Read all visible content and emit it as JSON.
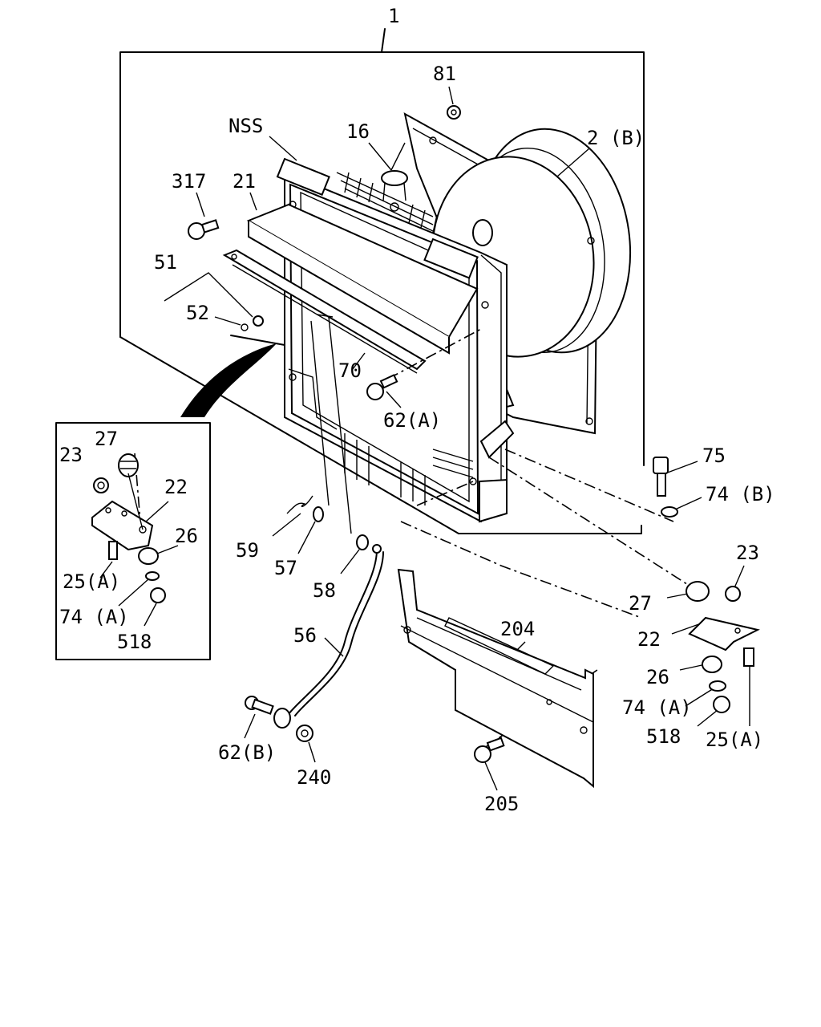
{
  "labels": {
    "assembly": "1",
    "bolt_81": "81",
    "nss": "NSS",
    "cap_16": "16",
    "shroud_2b": "2 (B)",
    "bolt_317": "317",
    "bracket_21": "21",
    "kit_51": "51",
    "clip_52": "52",
    "strip_70": "70",
    "bolt_62a": "62(A)",
    "inset_27": "27",
    "inset_23": "23",
    "inset_22": "22",
    "inset_26": "26",
    "inset_25a": "25(A)",
    "inset_74a": "74 (A)",
    "inset_518": "518",
    "clip_59": "59",
    "washer_57": "57",
    "washer_58": "58",
    "hose_56": "56",
    "bolt_62b": "62(B)",
    "nut_240": "240",
    "bolt_75": "75",
    "washer_74b": "74 (B)",
    "nut_23": "23",
    "cushion_27": "27",
    "bracket_22": "22",
    "support_204": "204",
    "cushion_26": "26",
    "washer_74a": "74 (A)",
    "nut_518": "518",
    "stud_25a": "25(A)",
    "bolt_205": "205"
  }
}
